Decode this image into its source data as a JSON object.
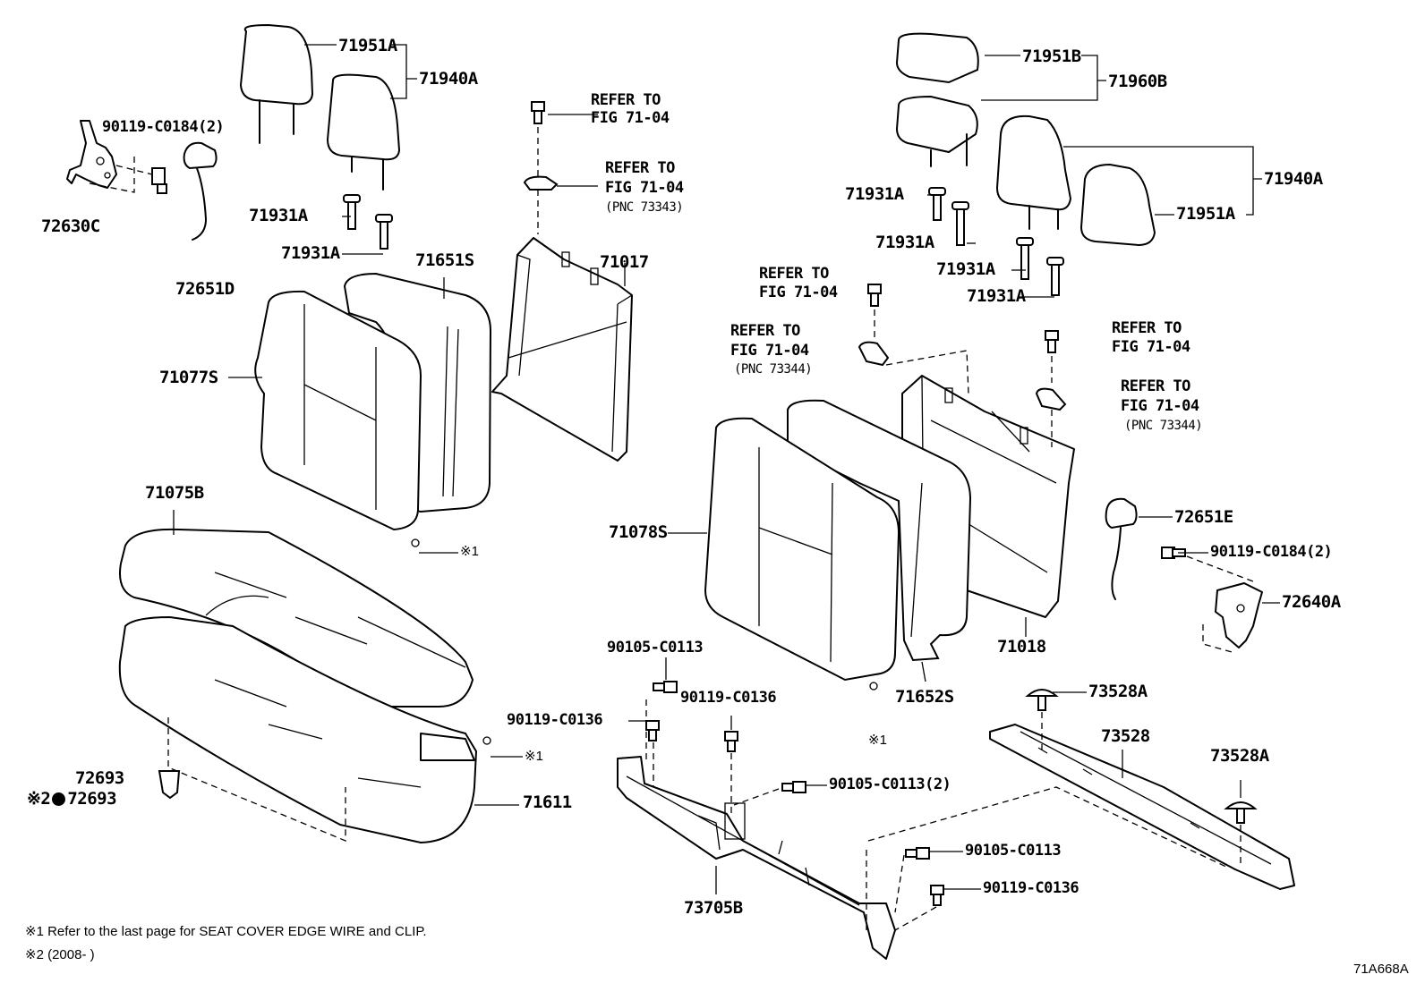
{
  "parts": {
    "p71951A_l": "71951A",
    "p71940A_l": "71940A",
    "p90119_c0184_l": "90119-C0184(2)",
    "p72630C": "72630C",
    "p72651D": "72651D",
    "p71931A_l1": "71931A",
    "p71931A_l2": "71931A",
    "p71651S": "71651S",
    "p71077S": "71077S",
    "p71017": "71017",
    "p71075B": "71075B",
    "p72693a": "72693",
    "p72693b": "72693",
    "p71611": "71611",
    "p71951B": "71951B",
    "p71960B": "71960B",
    "p71940A_r": "71940A",
    "p71951A_r": "71951A",
    "p71931A_r1": "71931A",
    "p71931A_r2": "71931A",
    "p71931A_r3": "71931A",
    "p71931A_r4": "71931A",
    "p71078S": "71078S",
    "p71652S": "71652S",
    "p71018": "71018",
    "p72651E": "72651E",
    "p90119_c0184_r": "90119-C0184(2)",
    "p72640A": "72640A",
    "p90105_c0113_a": "90105-C0113",
    "p90119_c0136_a": "90119-C0136",
    "p90119_c0136_b": "90119-C0136",
    "p90105_c0113_2": "90105-C0113(2)",
    "p90105_c0113_b": "90105-C0113",
    "p90119_c0136_c": "90119-C0136",
    "p73705B": "73705B",
    "p73528A_a": "73528A",
    "p73528": "73528",
    "p73528A_b": "73528A"
  },
  "refs": {
    "refer_to": "REFER TO",
    "fig": "FIG 71-04",
    "pnc_73343": "(PNC 73343)",
    "pnc_73344": "(PNC 73344)"
  },
  "marks": {
    "m1": "※1",
    "m2": "※2"
  },
  "notes": {
    "note1": "※1  Refer to the last page for SEAT COVER EDGE WIRE and CLIP.",
    "note2": "※2 (2008-        )"
  },
  "drawing_code": "71A668A"
}
